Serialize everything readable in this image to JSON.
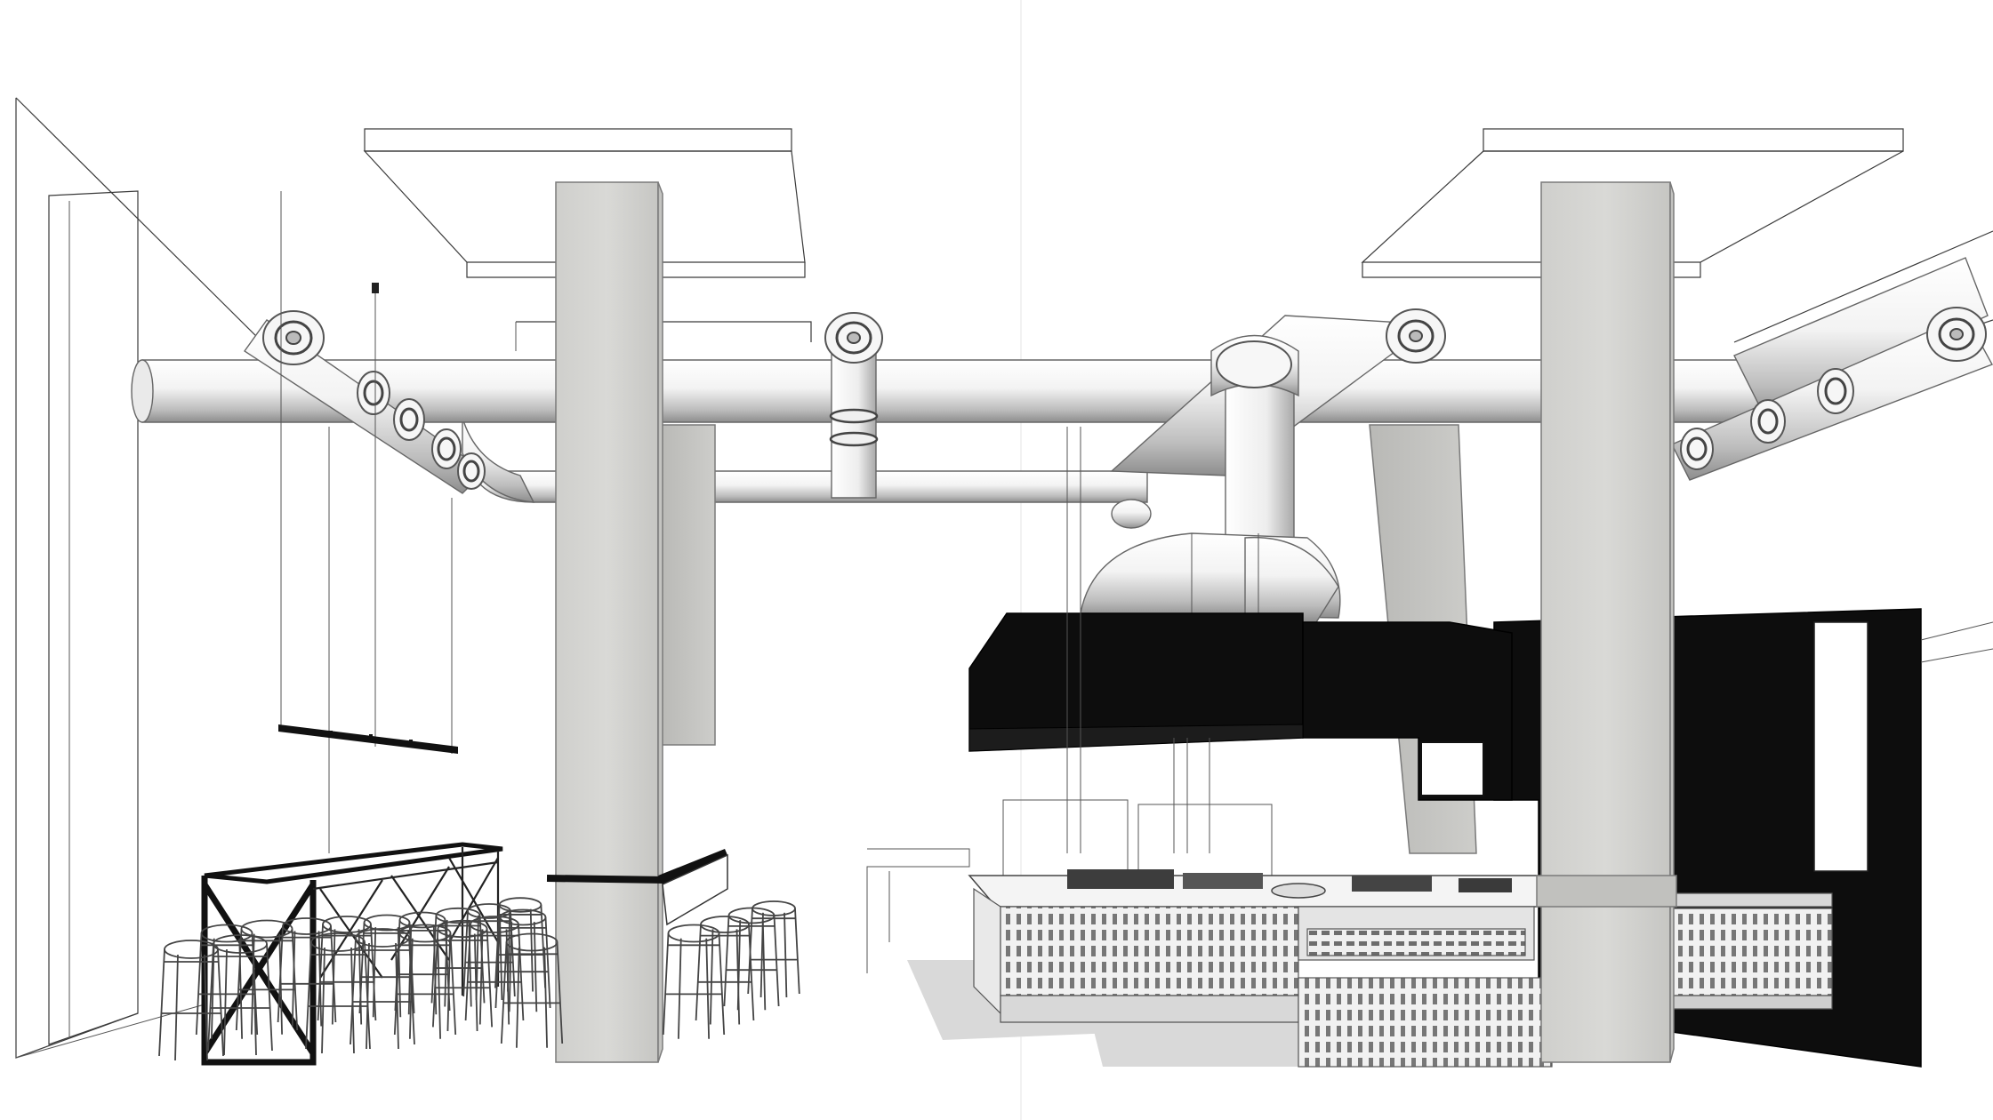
{
  "scene": {
    "description_type": "3d-architectural-render",
    "style": "monochrome-line-and-shaded",
    "colors": {
      "background": "#ffffff",
      "linework": "#3a3a3a",
      "concrete": "#cfcfcc",
      "duct": "#f2f2f2",
      "black_elements": "#0d0d0d"
    },
    "element_names": [
      "left-wall-frame",
      "ceiling-panel-left",
      "ceiling-panel-right",
      "concrete-column-left",
      "concrete-column-left-rear",
      "concrete-column-right",
      "concrete-column-right-rear",
      "ventilation-duct-main",
      "ventilation-duct-lower",
      "duct-diffusers",
      "vertical-exhaust-duct",
      "pendant-light-bar",
      "communal-table",
      "bar-stools",
      "column-ledge-counter",
      "kitchen-hood",
      "black-partition-wall",
      "cooking-island",
      "perforated-counter-grilles"
    ]
  }
}
